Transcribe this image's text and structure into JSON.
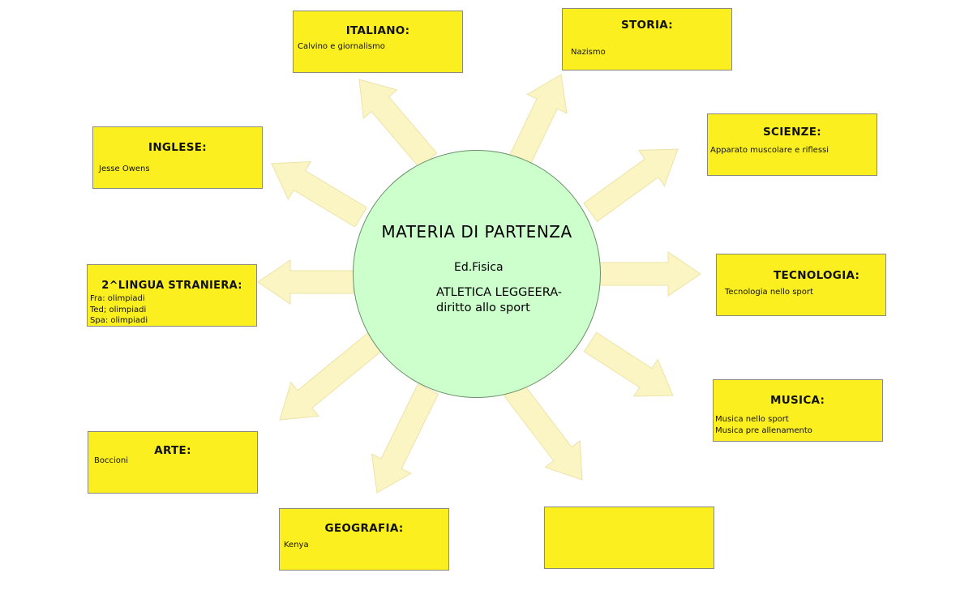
{
  "center": {
    "title": "MATERIA DI PARTENZA",
    "subject": "Ed.Fisica",
    "topic": "ATLETICA LEGGEERA-\ndiritto allo sport"
  },
  "boxes": {
    "italiano": {
      "title": "ITALIANO:",
      "body": "Calvino e giornalismo"
    },
    "storia": {
      "title": "STORIA:",
      "body": "Nazismo"
    },
    "scienze": {
      "title": "SCIENZE:",
      "body": "Apparato muscolare e riflessi"
    },
    "tecnologia": {
      "title": "TECNOLOGIA:",
      "body": "Tecnologia nello sport"
    },
    "musica": {
      "title": "MUSICA:",
      "body": "Musica nello sport\nMusica pre allenamento"
    },
    "empty": {
      "title": "",
      "body": ""
    },
    "geografia": {
      "title": "GEOGRAFIA:",
      "body": "Kenya"
    },
    "arte": {
      "title": "ARTE:",
      "body": "Boccioni"
    },
    "lingua2": {
      "title": "2^LINGUA STRANIERA:",
      "body": "Fra: olimpiadi\nTed; olimpiadi\nSpa: olimpiadi"
    },
    "inglese": {
      "title": "INGLESE:",
      "body": "Jesse Owens"
    }
  },
  "colors": {
    "box_fill": "#fbef1f",
    "circle_fill": "#ccffcc",
    "arrow_fill": "#fbf5c4"
  }
}
